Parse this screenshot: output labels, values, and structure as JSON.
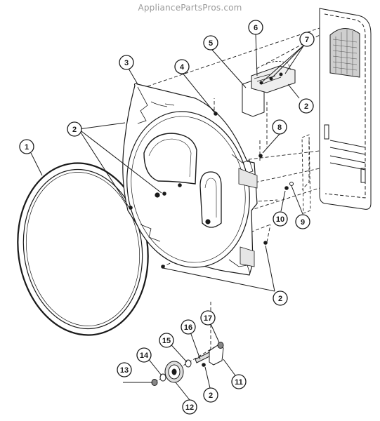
{
  "watermark": "AppliancePartsPros.com",
  "callouts": {
    "c1": "1",
    "c2a": "2",
    "c2b": "2",
    "c2c": "2",
    "c2d": "2",
    "c3": "3",
    "c4": "4",
    "c5": "5",
    "c6": "6",
    "c7": "7",
    "c8": "8",
    "c9": "9",
    "c10": "10",
    "c11": "11",
    "c12": "12",
    "c13": "13",
    "c14": "14",
    "c15": "15",
    "c16": "16",
    "c17": "17"
  },
  "colors": {
    "ink": "#1a1a1a",
    "paper": "#ffffff",
    "watermark": "#9a9a9a"
  }
}
